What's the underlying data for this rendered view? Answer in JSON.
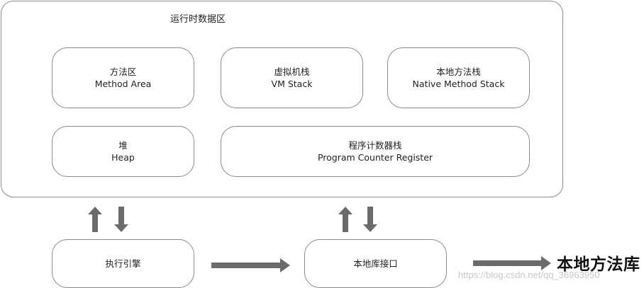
{
  "runtime_data_area": {
    "title": "运行时数据区",
    "method_area": {
      "zh": "方法区",
      "en": "Method Area"
    },
    "vm_stack": {
      "zh": "虚拟机栈",
      "en": "VM Stack"
    },
    "native_method_stack": {
      "zh": "本地方法栈",
      "en": "Native Method Stack"
    },
    "heap": {
      "zh": "堆",
      "en": "Heap"
    },
    "program_counter_register": {
      "zh": "程序计数器栈",
      "en": "Program Counter Register"
    }
  },
  "execution_engine": {
    "label": "执行引擎"
  },
  "native_interface": {
    "label": "本地库接口"
  },
  "native_library": {
    "label": "本地方法库"
  },
  "watermark": {
    "text": "https://blog.csdn.net/qq_36963950"
  },
  "colors": {
    "border": "#8a8a8a",
    "arrow": "#6b6b6b"
  }
}
